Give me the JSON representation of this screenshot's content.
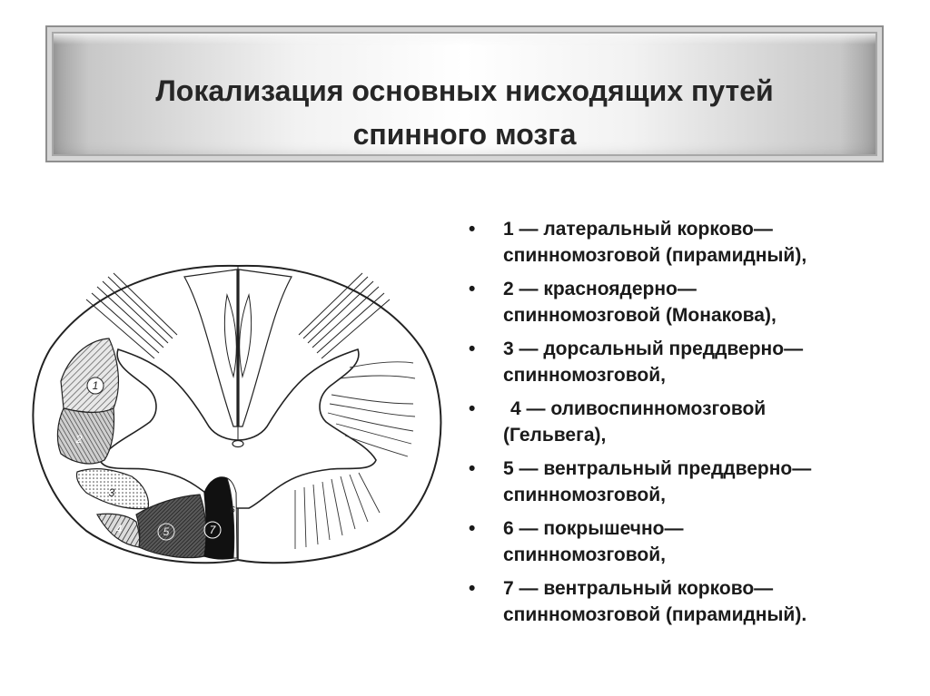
{
  "title": {
    "line1": "Локализация основных нисходящих путей",
    "line2": "спинного мозга"
  },
  "diagram": {
    "labels": [
      "1",
      "2",
      "3",
      "4",
      "5",
      "6",
      "7"
    ]
  },
  "legend": [
    {
      "line1": "1 — латеральный корково—",
      "line2": "спинномозговой (пирамидный),"
    },
    {
      "line1": "2 — красноядерно—",
      "line2": "спинномозговой (Монакова),"
    },
    {
      "line1": "3 — дорсальный преддверно—",
      "line2": "спинномозговой,"
    },
    {
      "line1": "4 — оливоспинномозговой",
      "line2": "(Гельвега),"
    },
    {
      "line1": "5 — вентральный преддверно—",
      "line2": "спинномозговой,"
    },
    {
      "line1": "6 — покрышечно—",
      "line2": "спинномозговой,"
    },
    {
      "line1": "7 — вентральный корково—",
      "line2": "спинномозговой (пирамидный)."
    }
  ]
}
